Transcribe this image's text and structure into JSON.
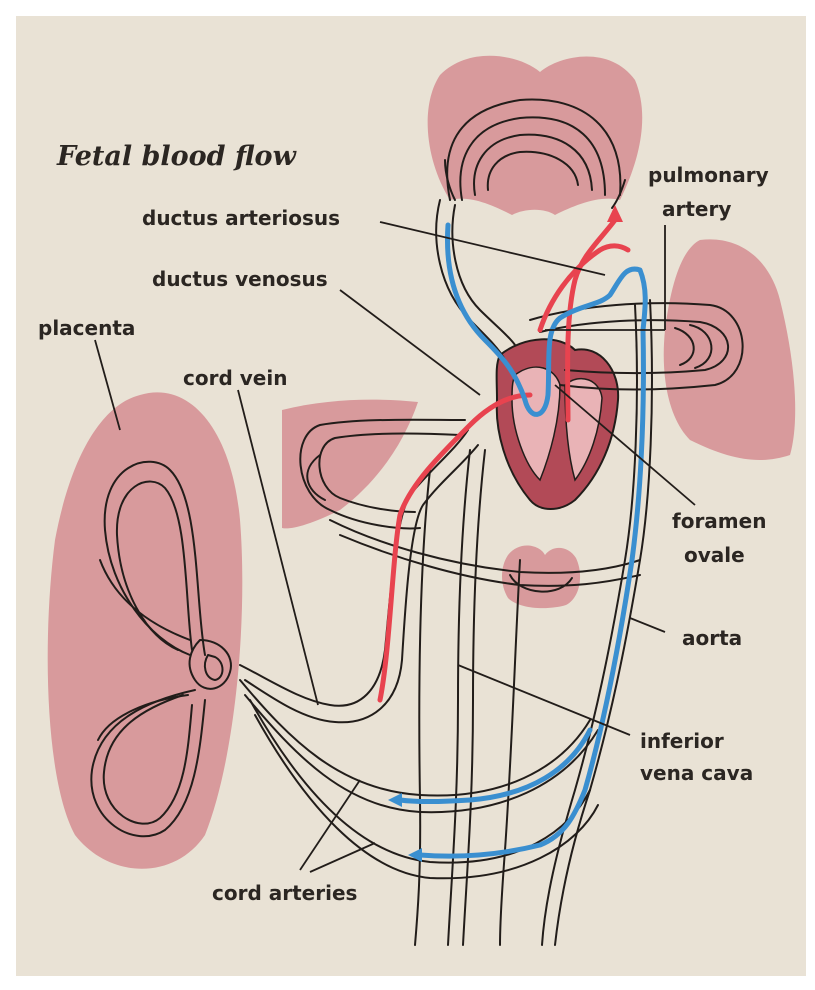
{
  "title": "Fetal blood flow",
  "labels": {
    "pulmonary_artery_line1": "pulmonary",
    "pulmonary_artery_line2": "artery",
    "ductus_arteriosus": "ductus arteriosus",
    "ductus_venosus": "ductus venosus",
    "placenta": "placenta",
    "cord_vein": "cord vein",
    "foramen_ovale_line1": "foramen",
    "foramen_ovale_line2": "ovale",
    "aorta": "aorta",
    "inferior_vena_cava_line1": "inferior",
    "inferior_vena_cava_line2": "vena cava",
    "cord_arteries": "cord arteries"
  },
  "colors": {
    "background": "#e9e2d5",
    "organ": "#d89a9c",
    "heart": "#b24a57",
    "oxygenated": "#e8434f",
    "deoxygenated": "#3a8fd0",
    "outline": "#221d1a"
  }
}
